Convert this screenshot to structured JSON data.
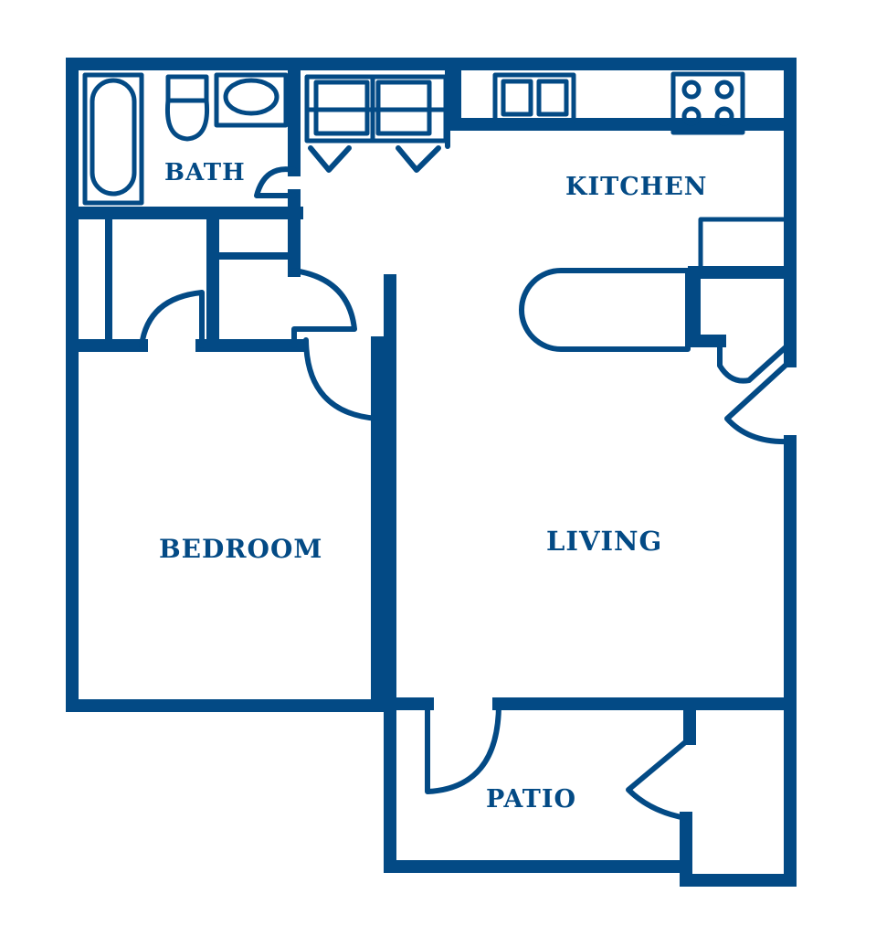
{
  "rooms": {
    "bath": "BATH",
    "kitchen": "KITCHEN",
    "bedroom": "BEDROOM",
    "living": "LIVING",
    "patio": "PATIO"
  },
  "colors": {
    "wall": "#034a85",
    "background": "#ffffff"
  }
}
